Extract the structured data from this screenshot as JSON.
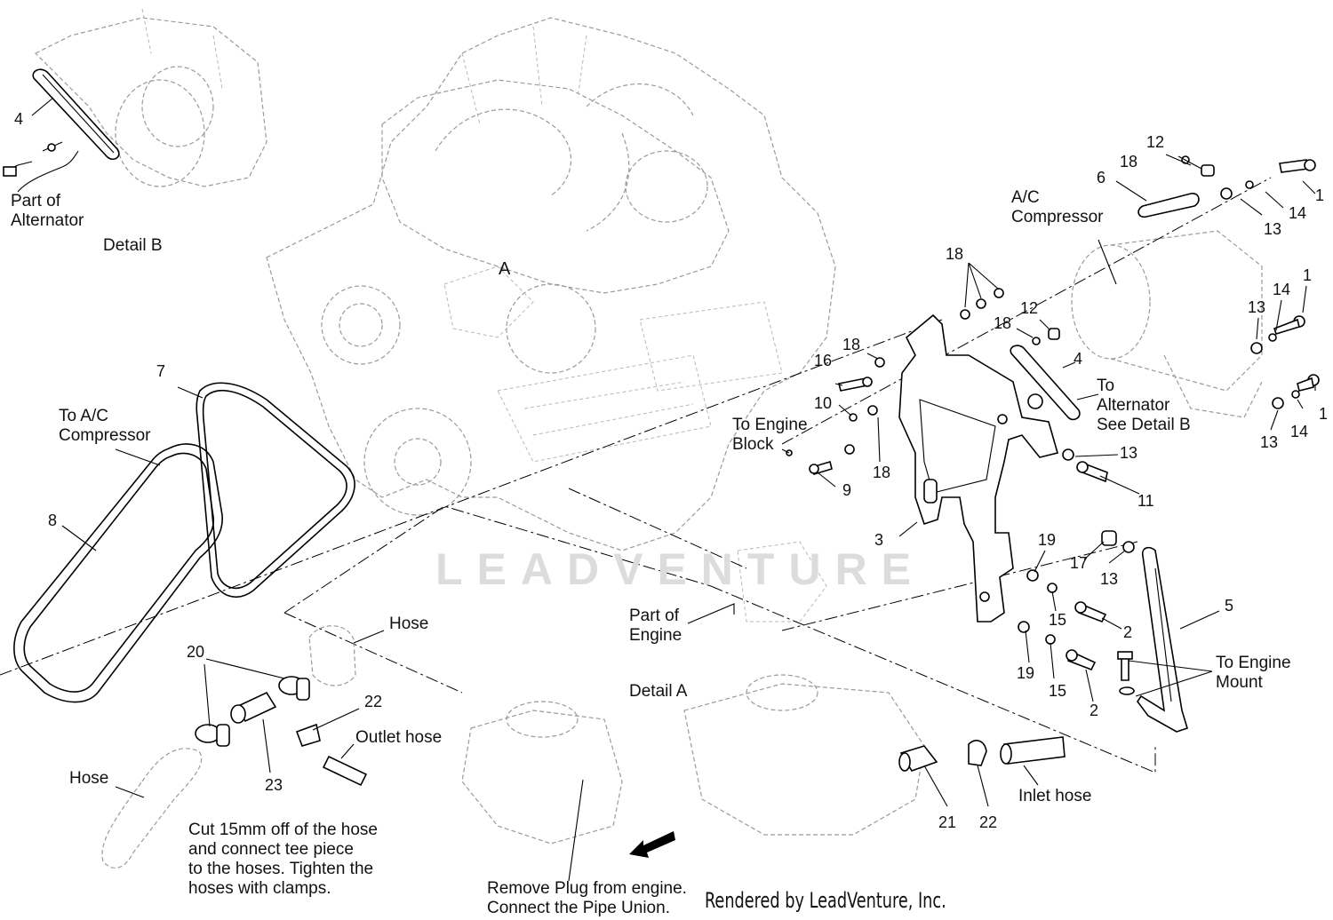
{
  "footer": "Rendered by LeadVenture, Inc.",
  "watermark": "LEADVENTURE",
  "detail_labels": {
    "detail_a": "Detail A",
    "detail_b": "Detail B",
    "view_a": "A"
  },
  "callouts": {
    "part_of_alternator": "Part of\nAlternator",
    "ac_compressor": "A/C\nCompressor",
    "to_ac_compressor": "To A/C\nCompressor",
    "to_engine_block": "To Engine\nBlock",
    "to_alternator": "To\nAlternator\nSee Detail B",
    "part_of_engine": "Part of\nEngine",
    "to_engine_mount": "To Engine\nMount",
    "hose_top": "Hose",
    "hose_left": "Hose",
    "outlet_hose": "Outlet hose",
    "inlet_hose": "Inlet hose",
    "note_cut": "Cut 15mm off of the hose\nand connect tee piece\nto the hoses. Tighten the\nhoses with clamps.",
    "note_plug": "Remove Plug from engine.\nConnect the Pipe Union."
  },
  "part_numbers": [
    "1",
    "2",
    "3",
    "4",
    "5",
    "6",
    "7",
    "8",
    "9",
    "10",
    "11",
    "12",
    "13",
    "14",
    "15",
    "16",
    "17",
    "18",
    "19",
    "20",
    "21",
    "22",
    "23"
  ]
}
